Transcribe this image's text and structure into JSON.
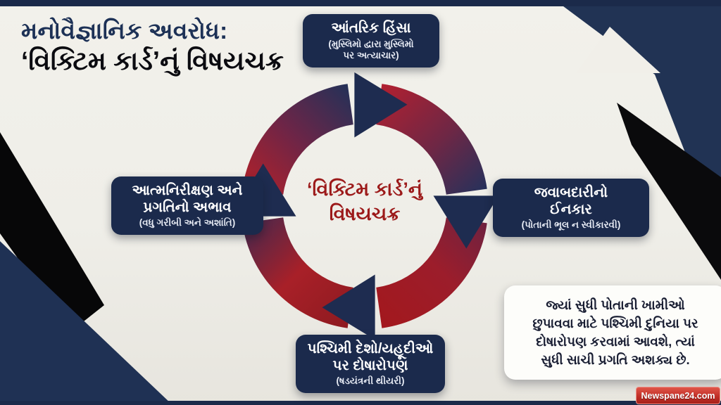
{
  "title": {
    "line1": "મનોવૈજ્ઞાનિક અવરોધ:",
    "line2": "‘વિક્ટિમ કાર્ડ’નું વિષયચક્ર"
  },
  "center": {
    "line1": "‘વિક્ટિમ કાર્ડ’નું",
    "line2": "વિષયચક્ર"
  },
  "nodes": {
    "top": {
      "title": "આંતરિક હિંસા",
      "sub1": "(મુસ્લિમો દ્વારા મુસ્લિમો",
      "sub2": "પર અત્યાચાર)"
    },
    "right": {
      "title1": "જવાબદારીનો",
      "title2": "ઈનકાર",
      "sub": "(પોતાની ભૂલ ન સ્વીકારવી)"
    },
    "bottom": {
      "title1": "પશ્ચિમી દેશો/યહૂદીઓ",
      "title2": "પર દોષારોપણ",
      "sub": "(ષડયંત્રની થીયરી)"
    },
    "left": {
      "title1": "આત્મનિરીક્ષણ અને",
      "title2": "પ્રગતિનો અભાવ",
      "sub": "(વધુ ગરીબી અને અશાંતિ)"
    }
  },
  "quote": {
    "line1": "જ્યાં સુધી પોતાની ખામીઓ",
    "line2": "છુપાવવા માટે પશ્ચિમી દુનિયા પર",
    "line3": "દોષારોપણ કરવામાં આવશે, ત્યાં",
    "line4": "સુધી સાચી પ્રગતિ અશક્ય છે."
  },
  "watermark": {
    "label": "Newspane24.com"
  },
  "colors": {
    "navy": "#1b2a4c",
    "navy_shape": "#213354",
    "black_shape": "#0a0a0c",
    "cream_bg": "#f1efe9",
    "cycle_red": "#b02028",
    "cycle_maroon": "#8e1a20",
    "center_text_red": "#9c1a1a",
    "badge_red": "#c12f27",
    "title_navy": "#1d3156"
  }
}
